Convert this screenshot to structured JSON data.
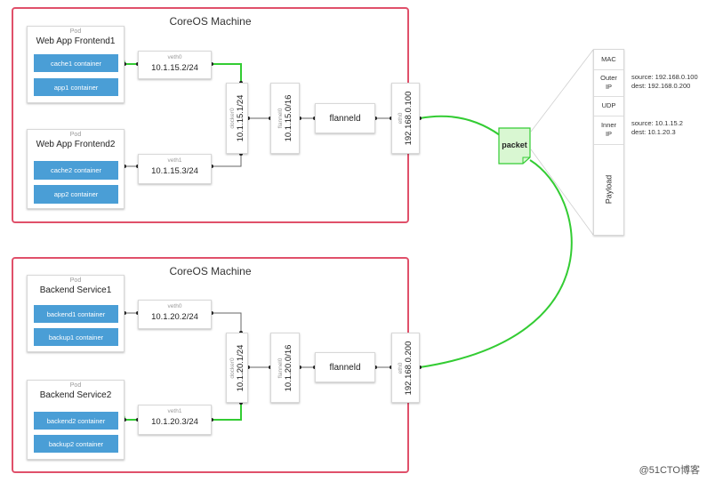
{
  "machines": [
    {
      "title": "CoreOS Machine",
      "pods": [
        {
          "tag": "Pod",
          "name": "Web App Frontend1",
          "containers": [
            "cache1 container",
            "app1 container"
          ]
        },
        {
          "tag": "Pod",
          "name": "Web App Frontend2",
          "containers": [
            "cache2 container",
            "app2 container"
          ]
        }
      ],
      "veths": [
        {
          "tag": "veth0",
          "ip": "10.1.15.2/24"
        },
        {
          "tag": "veth1",
          "ip": "10.1.15.3/24"
        }
      ],
      "docker0": {
        "tag": "docker0",
        "ip": "10.1.15.1/24"
      },
      "flannel0": {
        "tag": "flannel0",
        "ip": "10.1.15.0/16"
      },
      "flanneld": "flanneld",
      "eth0": {
        "tag": "eth0",
        "ip": "192.168.0.100"
      }
    },
    {
      "title": "CoreOS Machine",
      "pods": [
        {
          "tag": "Pod",
          "name": "Backend Service1",
          "containers": [
            "backend1 container",
            "backup1 container"
          ]
        },
        {
          "tag": "Pod",
          "name": "Backend Service2",
          "containers": [
            "backend2 container",
            "backup2 container"
          ]
        }
      ],
      "veths": [
        {
          "tag": "veth0",
          "ip": "10.1.20.2/24"
        },
        {
          "tag": "veth1",
          "ip": "10.1.20.3/24"
        }
      ],
      "docker0": {
        "tag": "docker0",
        "ip": "10.1.20.1/24"
      },
      "flannel0": {
        "tag": "flannel0",
        "ip": "10.1.20.0/16"
      },
      "flanneld": "flanneld",
      "eth0": {
        "tag": "eth0",
        "ip": "192.168.0.200"
      }
    }
  ],
  "packet": {
    "label": "packet"
  },
  "packet_header": {
    "segments": [
      "MAC",
      "Outer IP",
      "UDP",
      "Inner IP",
      "Payload"
    ],
    "outer_addresses": [
      "source: 192.168.0.100",
      "dest: 192.168.0.200"
    ],
    "inner_addresses": [
      "source: 10.1.15.2",
      "dest: 10.1.20.3"
    ]
  },
  "colors": {
    "machine_border": "#e0506a",
    "container": "#4a9ed6",
    "wire": "#33cc33",
    "packet": "#d9f7d2"
  },
  "watermark": "@51CTO博客"
}
